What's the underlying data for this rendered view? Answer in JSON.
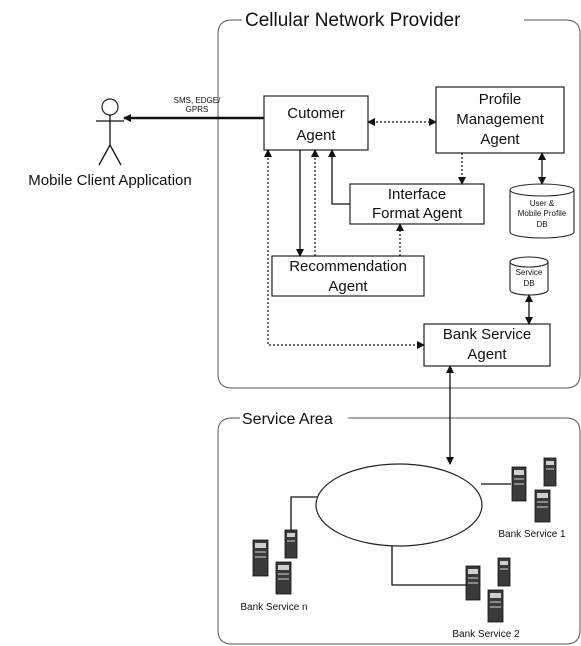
{
  "regions": {
    "cellular": {
      "title": "Cellular Network Provider"
    },
    "service_area": {
      "title": "Service Area"
    }
  },
  "client": {
    "label": "Mobile Client Application",
    "link_label_line1": "SMS, EDGE/",
    "link_label_line2": "GPRS"
  },
  "agents": {
    "customer": {
      "line1": "Cutomer",
      "line2": "Agent"
    },
    "profile": {
      "line1": "Profile",
      "line2": "Management",
      "line3": "Agent"
    },
    "interface": {
      "line1": "Interface",
      "line2": "Format Agent"
    },
    "recommendation": {
      "line1": "Recommendation",
      "line2": "Agent"
    },
    "bank_service": {
      "line1": "Bank Service",
      "line2": "Agent"
    }
  },
  "databases": {
    "user_profile": {
      "line1": "User &",
      "line2": "Mobile Profile",
      "line3": "DB"
    },
    "service": {
      "line1": "Service",
      "line2": "DB"
    }
  },
  "bank_services": {
    "one": "Bank Service 1",
    "two": "Bank Service 2",
    "n": "Bank Service n"
  }
}
